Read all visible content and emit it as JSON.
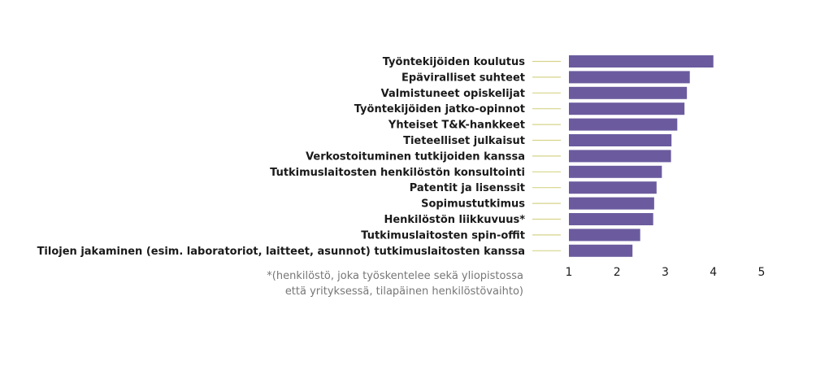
{
  "chart_data": {
    "type": "bar",
    "orientation": "horizontal",
    "categories": [
      "Työntekijöiden koulutus",
      "Epäviralliset suhteet",
      "Valmistuneet opiskelijat",
      "Työntekijöiden jatko-opinnot",
      "Yhteiset T&K-hankkeet",
      "Tieteelliset julkaisut",
      "Verkostoituminen tutkijoiden kanssa",
      "Tutkimuslaitosten henkilöstön konsultointi",
      "Patentit ja lisenssit",
      "Sopimustutkimus",
      "Henkilöstön liikkuvuus*",
      "Tutkimuslaitosten spin-offit",
      "Tilojen jakaminen (esim. laboratoriot, laitteet, asunnot) tutkimuslaitosten kanssa"
    ],
    "values": [
      4.0,
      3.51,
      3.45,
      3.4,
      3.25,
      3.13,
      3.12,
      2.93,
      2.82,
      2.77,
      2.75,
      2.48,
      2.32
    ],
    "xlim": [
      1,
      5
    ],
    "xticks": [
      "1",
      "2",
      "3",
      "4",
      "5"
    ],
    "grid": false,
    "colors": {
      "bar": "#6b5b9e",
      "connector": "#d6d48a"
    }
  },
  "footnote": {
    "line1": "*(henkilöstö, joka työskentelee sekä yliopistossa",
    "line2": "että yrityksessä, tilapäinen henkilöstövaihto)"
  }
}
